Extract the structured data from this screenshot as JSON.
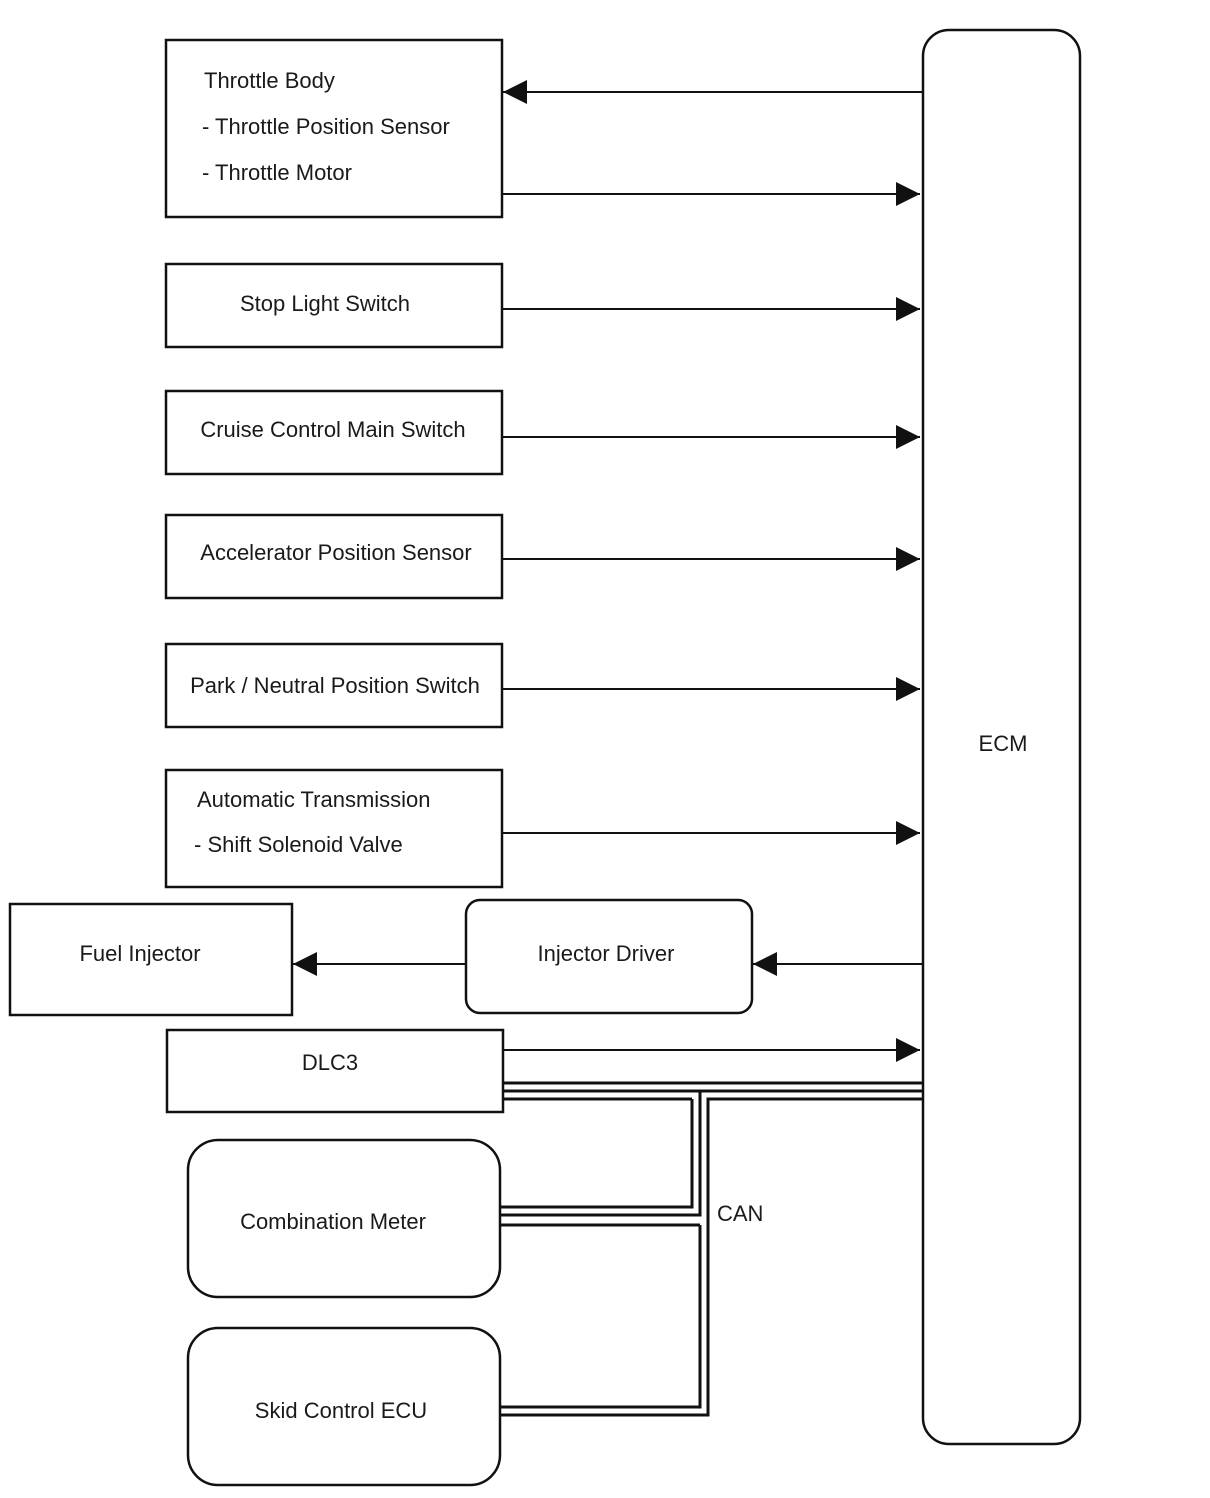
{
  "ecm": {
    "label": "ECM"
  },
  "throttle_body": {
    "title": "Throttle Body",
    "line1": "- Throttle Position Sensor",
    "line2": "- Throttle Motor"
  },
  "stop_light_switch": {
    "label": "Stop Light Switch"
  },
  "cruise_control_main_switch": {
    "label": "Cruise Control Main Switch"
  },
  "accelerator_position_sensor": {
    "label": "Accelerator Position Sensor"
  },
  "park_neutral_position_switch": {
    "label": "Park / Neutral Position Switch"
  },
  "automatic_transmission": {
    "title": "Automatic Transmission",
    "line1": "- Shift Solenoid Valve"
  },
  "fuel_injector": {
    "label": "Fuel Injector"
  },
  "injector_driver": {
    "label": "Injector Driver"
  },
  "dlc3": {
    "label": "DLC3"
  },
  "combination_meter": {
    "label": "Combination Meter"
  },
  "skid_control_ecu": {
    "label": "Skid Control ECU"
  },
  "can_bus": {
    "label": "CAN"
  },
  "colors": {
    "stroke": "#111111",
    "background": "#ffffff"
  }
}
